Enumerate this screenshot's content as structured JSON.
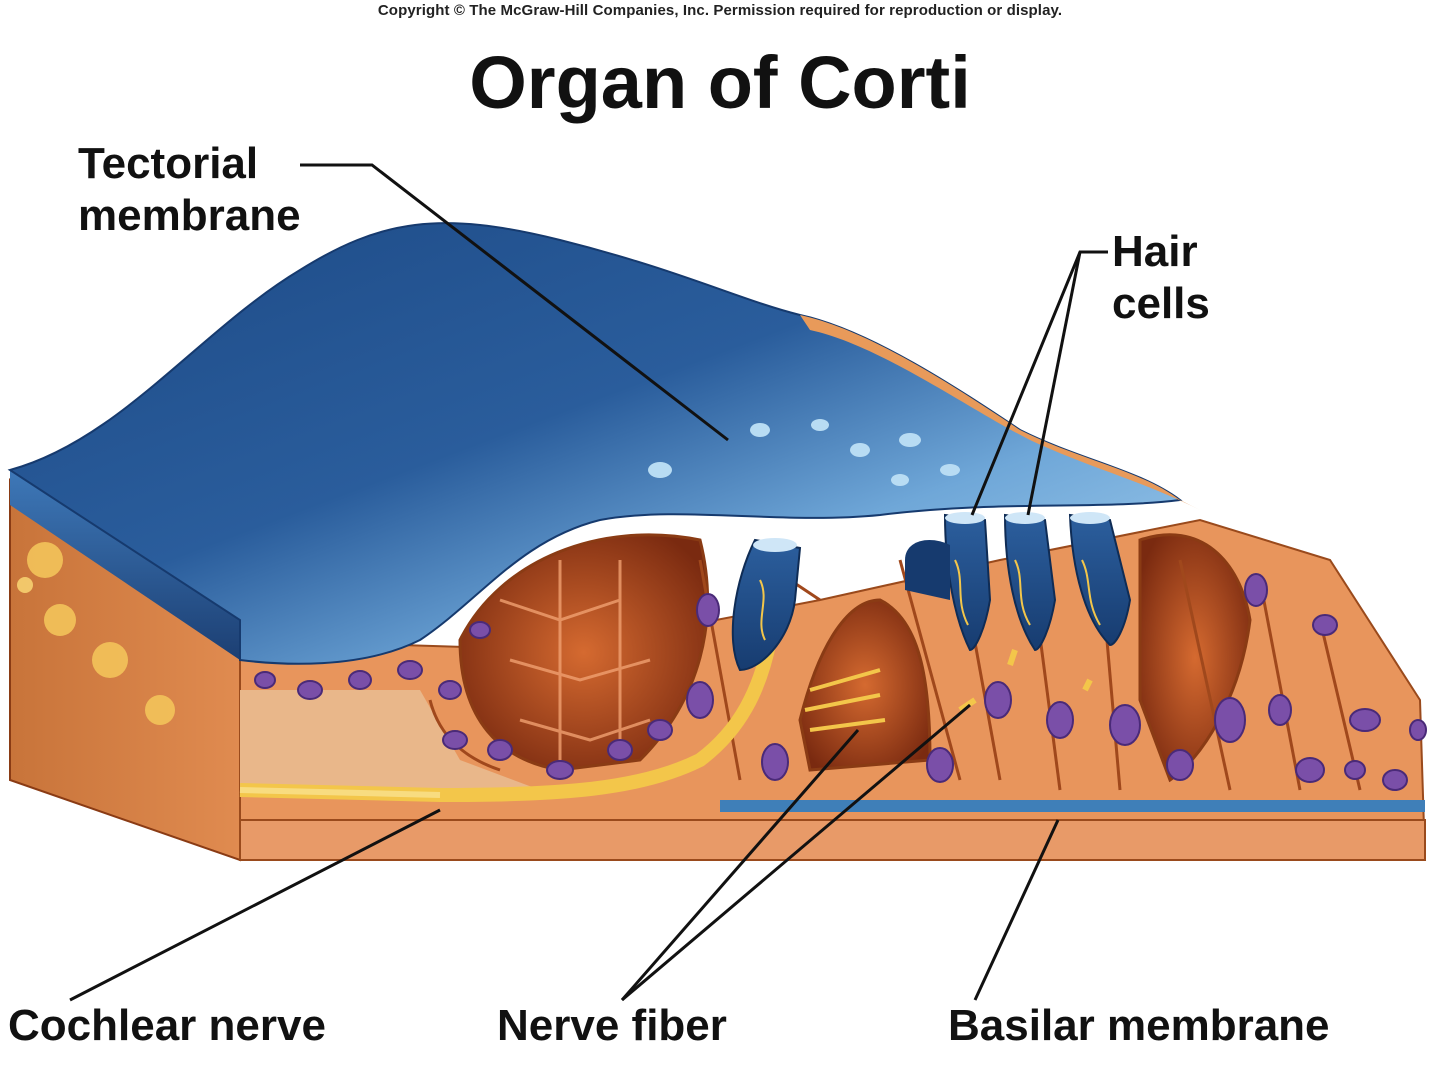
{
  "copyright": "Copyright © The McGraw-Hill Companies, Inc. Permission required for reproduction or display.",
  "title": "Organ of Corti",
  "labels": {
    "tectorial_membrane": {
      "line1": "Tectorial",
      "line2": "membrane"
    },
    "hair_cells": {
      "line1": "Hair",
      "line2": "cells"
    },
    "cochlear_nerve": "Cochlear nerve",
    "nerve_fiber": "Nerve fiber",
    "basilar_membrane": "Basilar membrane"
  },
  "colors": {
    "tectorial_dark": "#1f4f8a",
    "tectorial_light": "#8fc2e8",
    "tissue": "#e8955c",
    "tissue_dark": "#a8471f",
    "nucleus": "#7a4fa8",
    "nerve": "#f3c64a",
    "basilar": "#3f7fb8"
  }
}
